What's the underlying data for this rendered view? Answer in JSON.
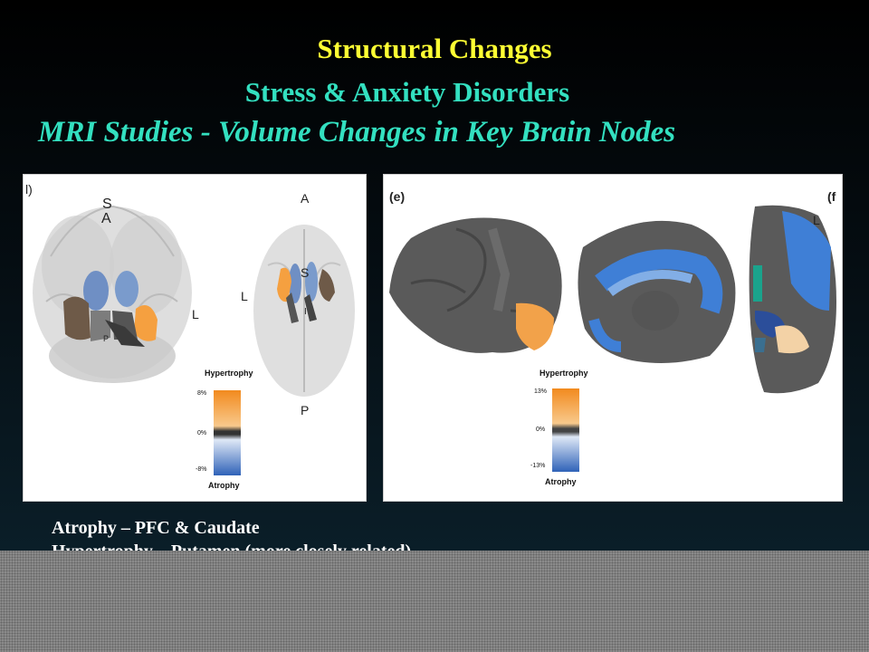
{
  "slide": {
    "title": "Structural Changes",
    "subtitle": "Stress & Anxiety Disorders",
    "heading": "MRI Studies - Volume Changes in Key Brain Nodes"
  },
  "left_panel": {
    "corner_label": "l)",
    "coronal_labels": {
      "sup": "S",
      "ant": "A",
      "post": "P",
      "left": "L"
    },
    "axial_labels": {
      "ant": "A",
      "sup": "S",
      "post": "P",
      "left": "L",
      "inf": "I"
    },
    "legend": {
      "title": "Hypertrophy",
      "top": "8%",
      "mid": "0%",
      "bottom": "-8%",
      "footer": "Atrophy"
    }
  },
  "right_panel": {
    "corner_e": "(e)",
    "corner_f": "(f",
    "side_label": "L",
    "legend": {
      "title": "Hypertrophy",
      "top": "13%",
      "mid": "0%",
      "bottom": "-13%",
      "footer": "Atrophy"
    }
  },
  "bullets": {
    "line1": "Atrophy – PFC & Caudate",
    "line2": "Hypertrophy – Putamen (more closely related)"
  },
  "colors": {
    "title": "#ffff33",
    "subtitle": "#33e0c0",
    "hypertrophy": "#f59a2e",
    "atrophy": "#2f62b8"
  }
}
